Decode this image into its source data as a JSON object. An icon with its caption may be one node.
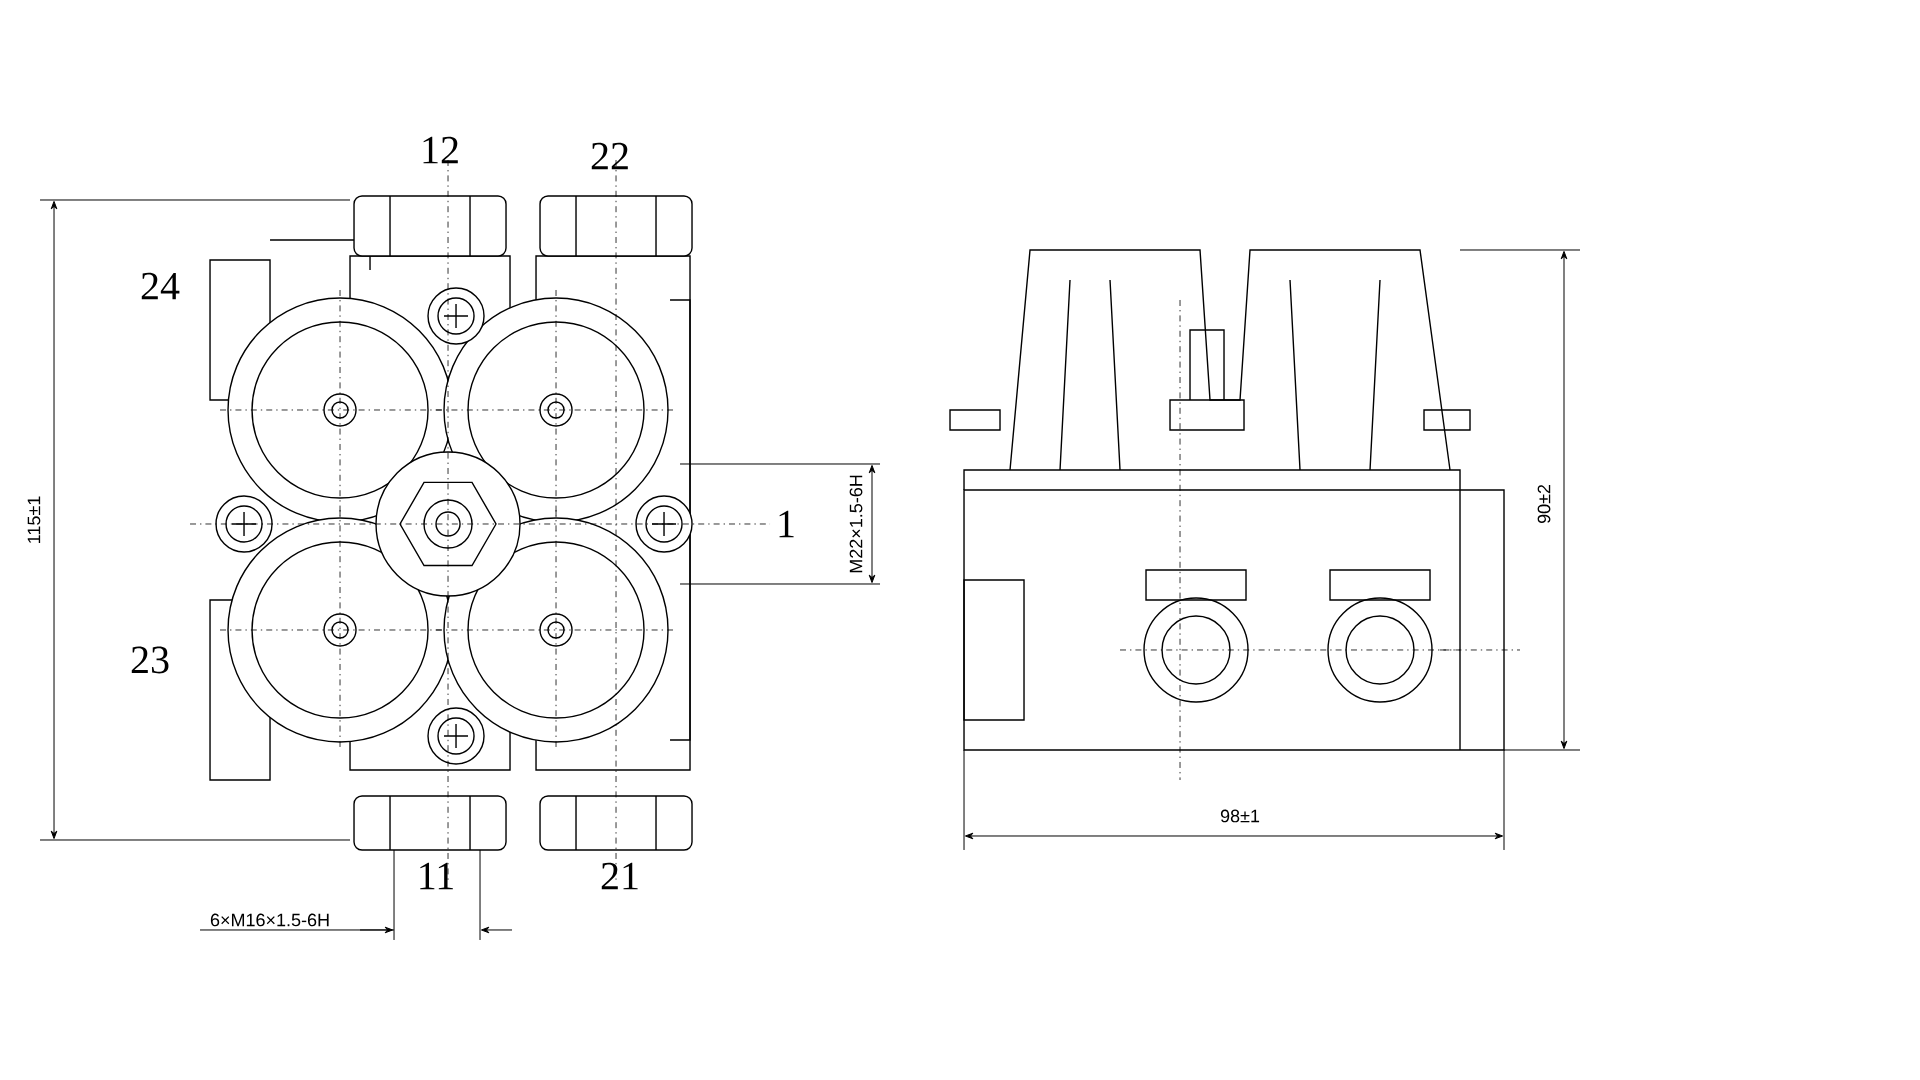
{
  "diagram": {
    "labels": [
      "12",
      "22",
      "24",
      "1",
      "M22×1.5-6H",
      "115±1",
      "23",
      "11",
      "21",
      "6×M16×1.5-6H",
      "90±2",
      "98±1"
    ]
  }
}
